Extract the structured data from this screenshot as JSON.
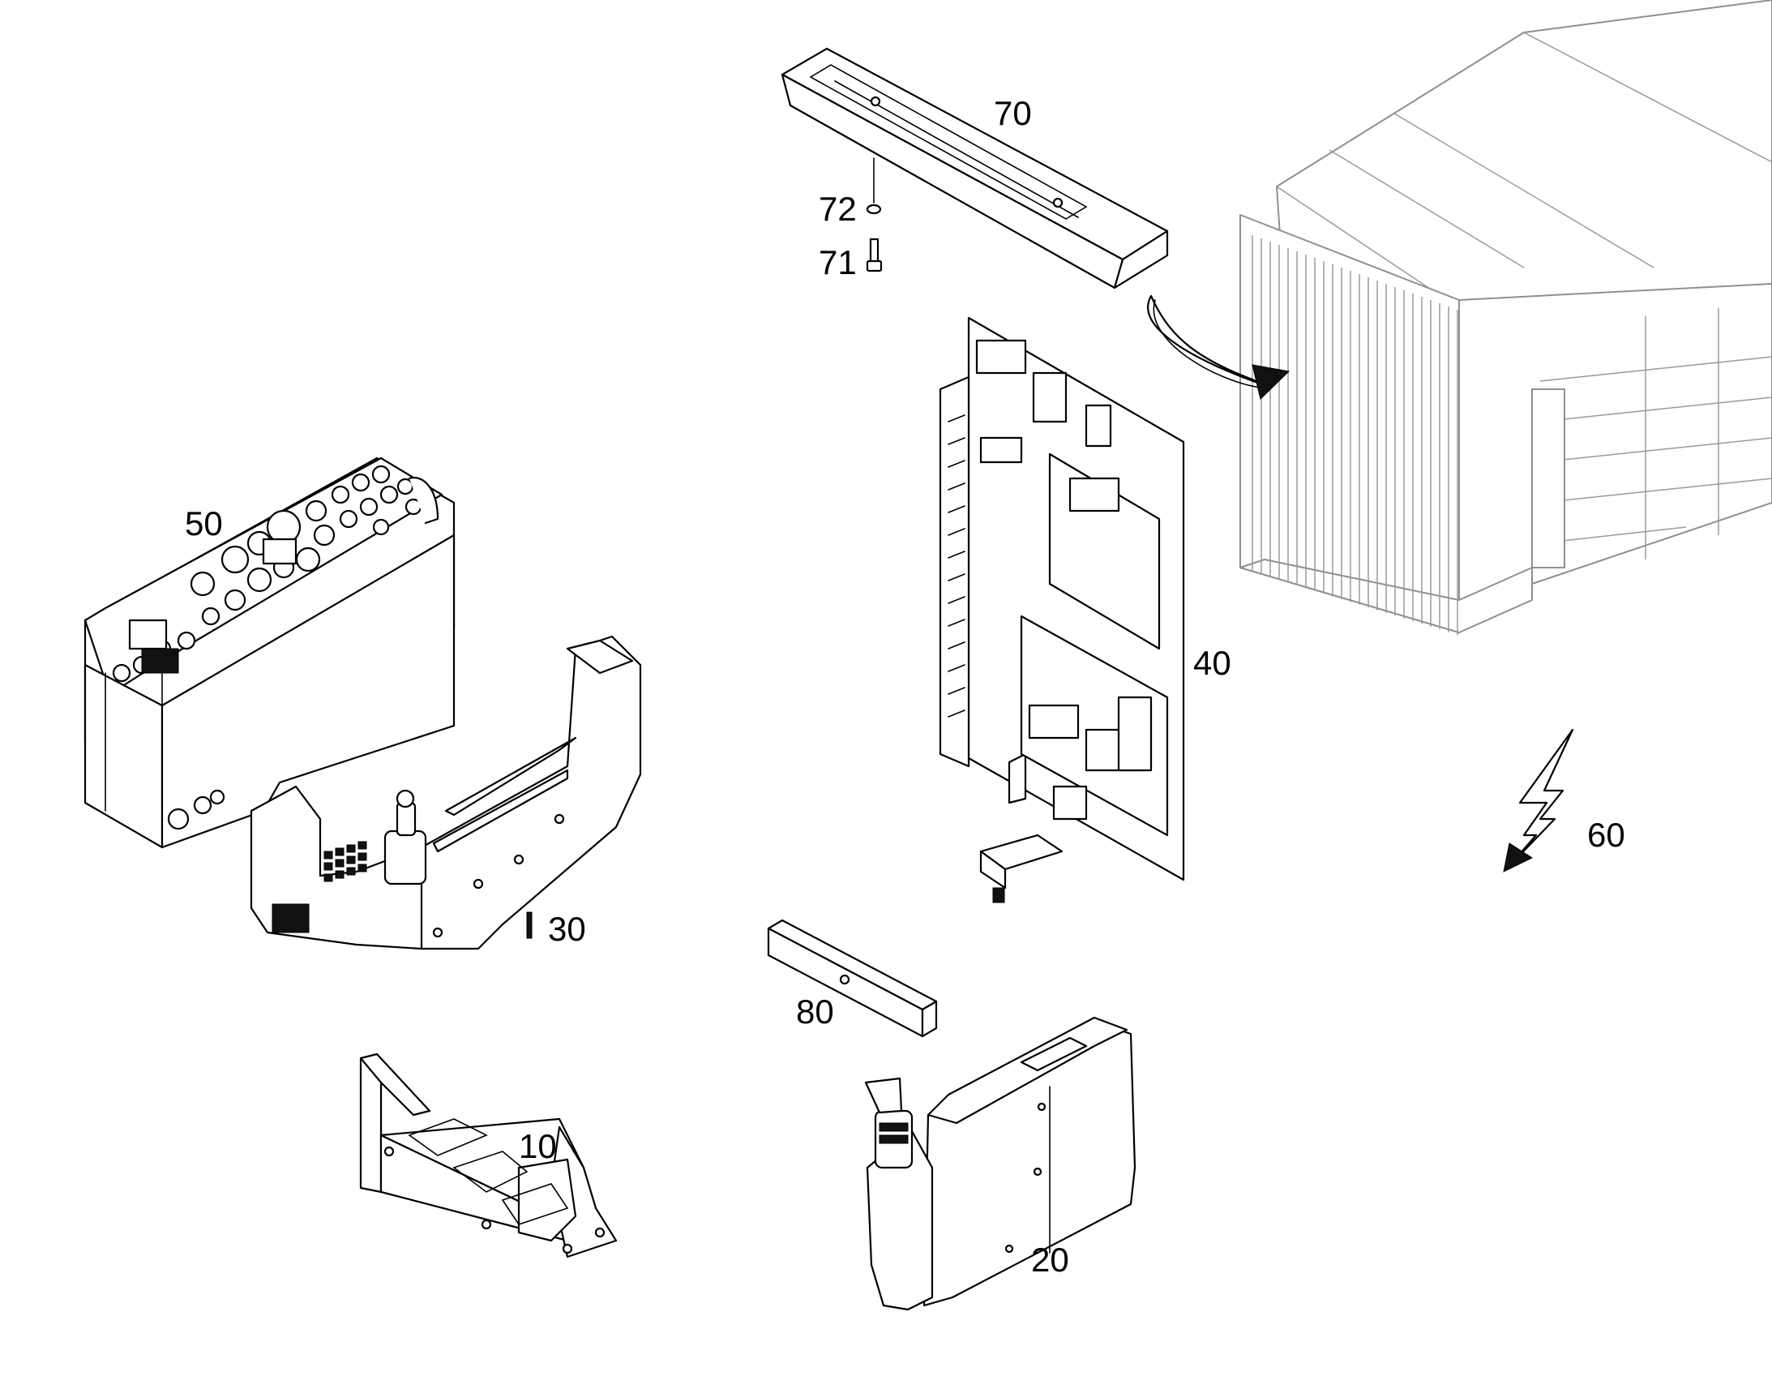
{
  "diagram": {
    "labels": [
      {
        "id": "10",
        "text": "10"
      },
      {
        "id": "20",
        "text": "20"
      },
      {
        "id": "30",
        "text": "30"
      },
      {
        "id": "40",
        "text": "40"
      },
      {
        "id": "50",
        "text": "50"
      },
      {
        "id": "60",
        "text": "60"
      },
      {
        "id": "70",
        "text": "70"
      },
      {
        "id": "71",
        "text": "71"
      },
      {
        "id": "72",
        "text": "72"
      },
      {
        "id": "80",
        "text": "80"
      }
    ]
  }
}
